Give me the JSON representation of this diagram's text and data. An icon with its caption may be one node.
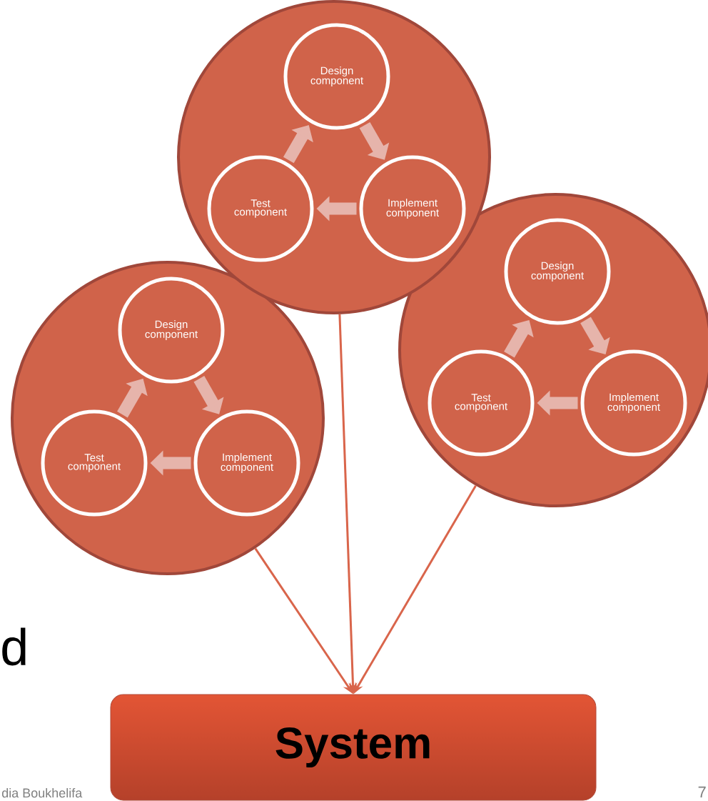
{
  "diagram": {
    "nodes": [
      {
        "text": [],
        "shape": "circle"
      },
      {
        "text": [
          "Design component"
        ],
        "in": 0
      },
      {
        "text": [
          "Implement component"
        ],
        "in": 0
      },
      {
        "text": [
          "Test component"
        ],
        "in": 0
      },
      {
        "text": [],
        "shape": "circle"
      },
      {
        "text": [
          "Design component"
        ],
        "in": 4
      },
      {
        "text": [
          "Implement component"
        ],
        "in": 4
      },
      {
        "text": [
          "Test component"
        ],
        "in": 4
      },
      {
        "text": [],
        "shape": "circle"
      },
      {
        "text": [
          "Design component"
        ],
        "in": 8
      },
      {
        "text": [
          "Implement component"
        ],
        "in": 8
      },
      {
        "text": [
          "Test component"
        ],
        "in": 8
      },
      {
        "text": [
          "System"
        ]
      }
    ],
    "edges": [
      {
        "from": 1,
        "to": 2,
        "arrow": "to"
      },
      {
        "from": 2,
        "to": 3,
        "arrow": "to"
      },
      {
        "from": 3,
        "to": 1,
        "arrow": "to"
      },
      {
        "from": 5,
        "to": 6,
        "arrow": "to"
      },
      {
        "from": 6,
        "to": 7,
        "arrow": "to"
      },
      {
        "from": 7,
        "to": 5,
        "arrow": "to"
      },
      {
        "from": 9,
        "to": 10,
        "arrow": "to"
      },
      {
        "from": 10,
        "to": 11,
        "arrow": "to"
      },
      {
        "from": 11,
        "to": 9,
        "arrow": "to"
      },
      {
        "from": 0,
        "to": 12,
        "arrow": "to",
        "color": "#d9654b"
      },
      {
        "from": 4,
        "to": 12,
        "arrow": "to",
        "color": "#d9654b"
      },
      {
        "from": 8,
        "to": 12,
        "arrow": "to",
        "color": "#d9654b"
      }
    ],
    "labels": [
      "d",
      "dia Boukhelifa",
      "7"
    ]
  }
}
